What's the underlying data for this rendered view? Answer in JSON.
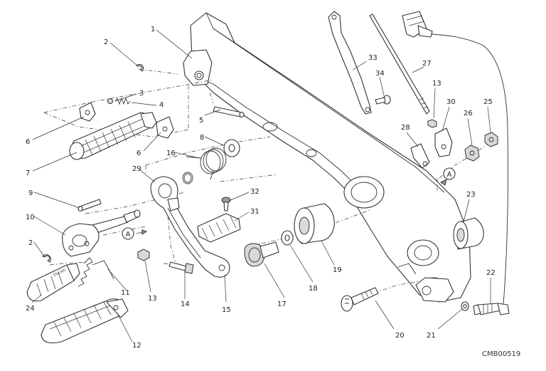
{
  "diagram": {
    "code": "CMB00519",
    "callouts": {
      "c1": "1",
      "c2a": "2",
      "c2b": "2",
      "c3": "3",
      "c4": "4",
      "c5": "5",
      "c6a": "6",
      "c6b": "6",
      "c7": "7",
      "c8": "8",
      "c9": "9",
      "c10": "10",
      "c11": "11",
      "c12": "12",
      "c13a": "13",
      "c13b": "13",
      "c14": "14",
      "c15": "15",
      "c16": "16",
      "c17": "17",
      "c18": "18",
      "c19": "19",
      "c20": "20",
      "c21": "21",
      "c22": "22",
      "c23": "23",
      "c24": "24",
      "c25": "25",
      "c26": "26",
      "c27": "27",
      "c28": "28",
      "c29": "29",
      "c30": "30",
      "c31": "31",
      "c32": "32",
      "c33": "33",
      "c34": "34"
    },
    "markers": {
      "a_left": "A",
      "a_right": "A"
    },
    "stamps": {
      "footpeg_brand": "DUCATI"
    }
  }
}
